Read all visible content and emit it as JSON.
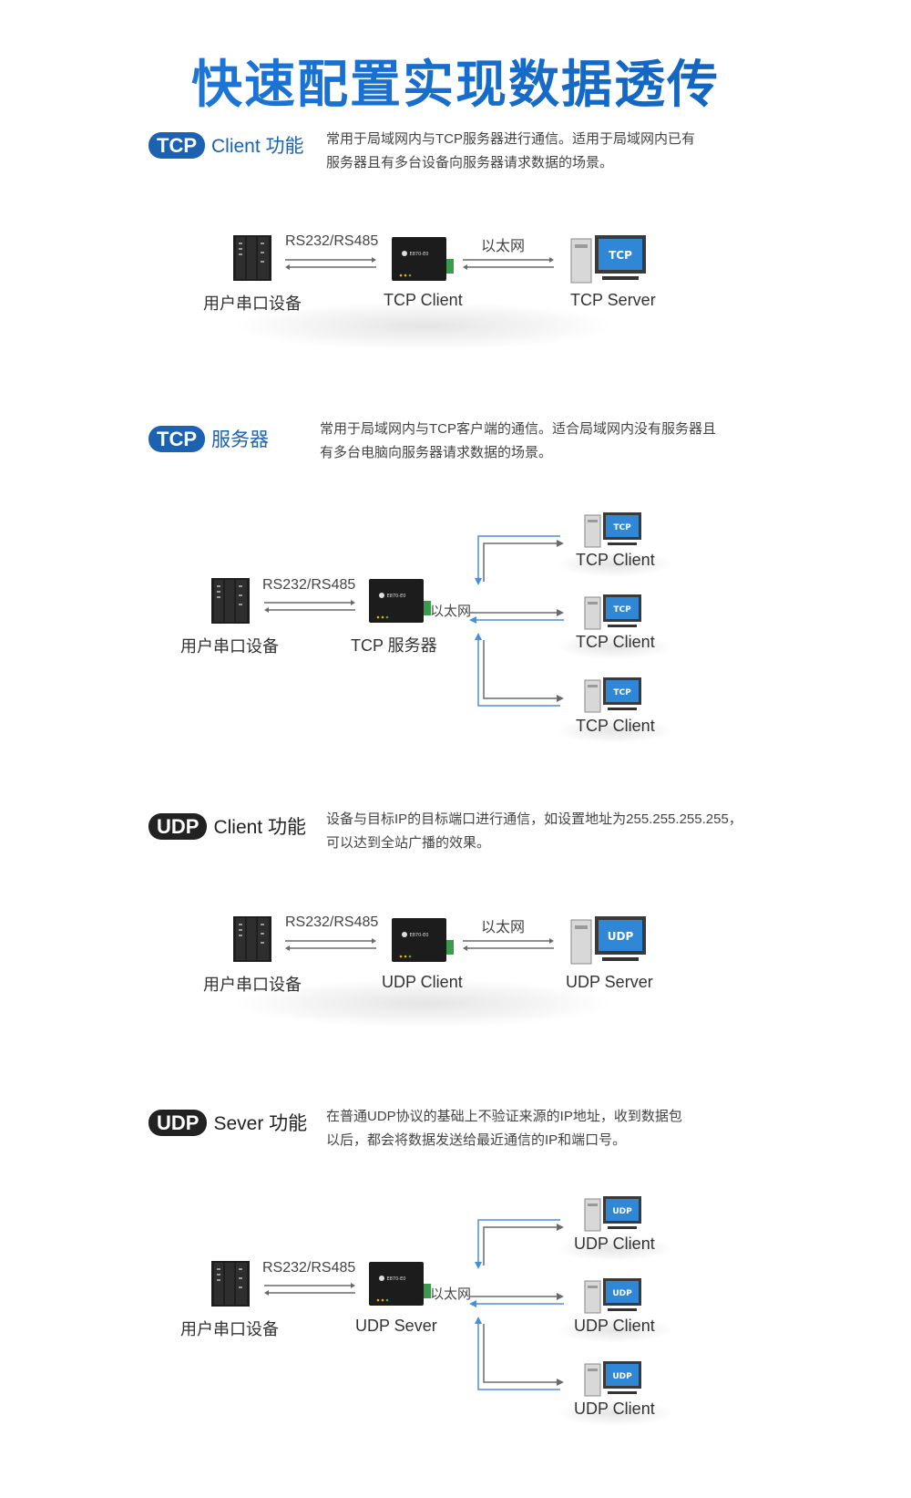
{
  "page_title": "快速配置实现数据透传",
  "sections": [
    {
      "pill": "TCP",
      "title": "Client 功能",
      "desc": [
        "常用于局域网内与TCP服务器进行通信。适用于局域网内已有",
        "服务器且有多台设备向服务器请求数据的场景。"
      ],
      "serial_label": "RS232/RS485",
      "ethernet_label": "以太网",
      "left_label": "用户串口设备",
      "center_label": "TCP Client",
      "right_label": "TCP Server",
      "screen_text": "TCP"
    },
    {
      "pill": "TCP",
      "title": "服务器",
      "desc": [
        "常用于局域网内与TCP客户端的通信。适合局域网内没有服务器且",
        "有多台电脑向服务器请求数据的场景。"
      ],
      "serial_label": "RS232/RS485",
      "ethernet_label": "以太网",
      "left_label": "用户串口设备",
      "center_label": "TCP 服务器",
      "client_labels": [
        "TCP Client",
        "TCP Client",
        "TCP Client"
      ],
      "screen_text": "TCP"
    },
    {
      "pill": "UDP",
      "title": "Client 功能",
      "desc": [
        "设备与目标IP的目标端口进行通信，如设置地址为255.255.255.255，",
        "可以达到全站广播的效果。"
      ],
      "serial_label": "RS232/RS485",
      "ethernet_label": "以太网",
      "left_label": "用户串口设备",
      "center_label": "UDP Client",
      "right_label": "UDP Server",
      "screen_text": "UDP"
    },
    {
      "pill": "UDP",
      "title": "Sever 功能",
      "desc": [
        "在普通UDP协议的基础上不验证来源的IP地址，收到数据包",
        "以后，都会将数据发送给最近通信的IP和端口号。"
      ],
      "serial_label": "RS232/RS485",
      "ethernet_label": "以太网",
      "left_label": "用户串口设备",
      "center_label": "UDP Sever",
      "client_labels": [
        "UDP Client",
        "UDP Client",
        "UDP Client"
      ],
      "screen_text": "UDP"
    }
  ],
  "device_text": "E870-E0",
  "colors": {
    "accent": "#1b62b3",
    "arrow": "#6a6a6a",
    "connector": "#4a90d9"
  }
}
